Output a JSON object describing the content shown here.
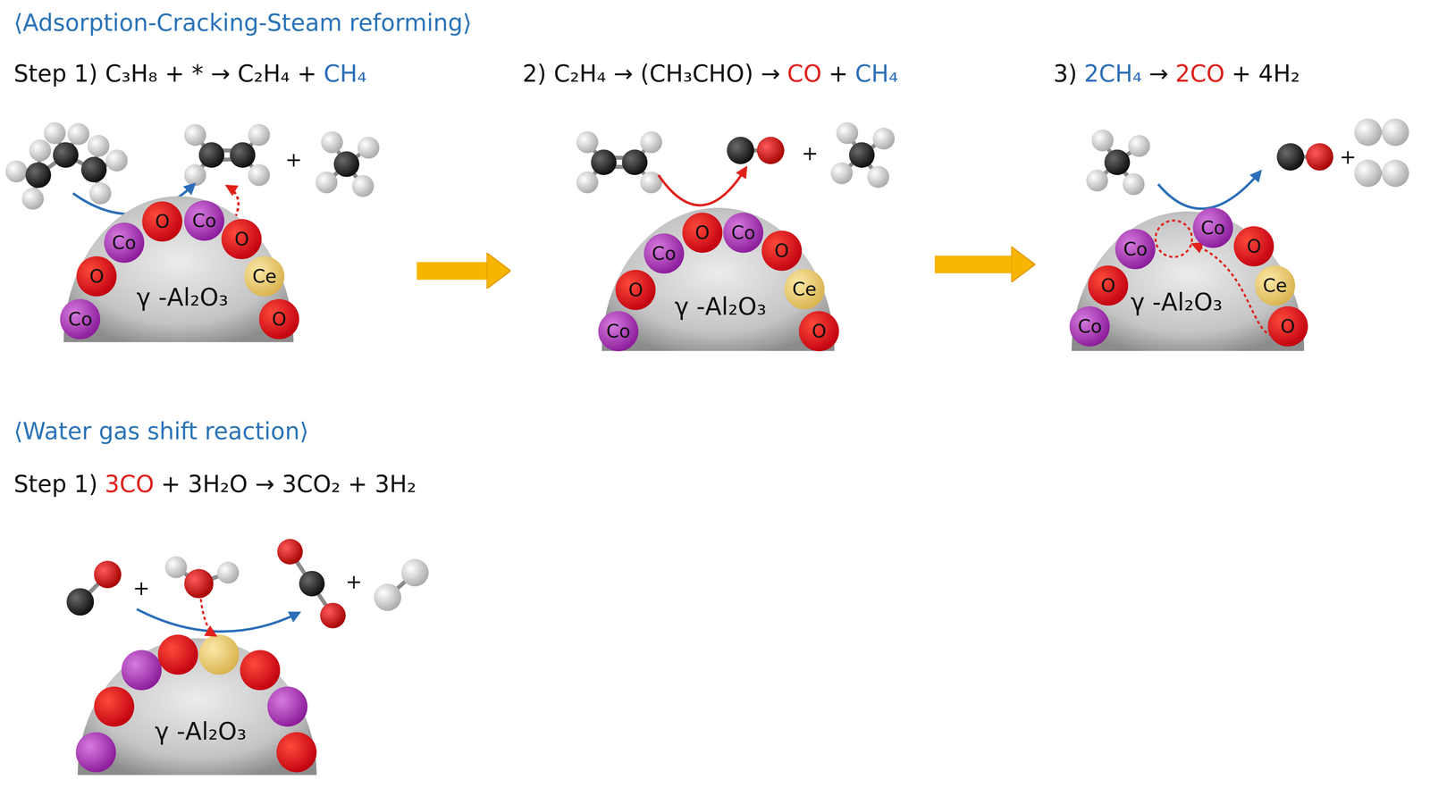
{
  "diagram": {
    "nodes": [
      {
        "text": [
          "γ -Al₂O₃"
        ]
      },
      {
        "text": [
          "Co"
        ],
        "in": 0
      },
      {
        "text": [
          "O"
        ],
        "in": 0
      },
      {
        "text": [
          "Co"
        ],
        "in": 0
      },
      {
        "text": [
          "O"
        ],
        "in": 0
      },
      {
        "text": [
          "Co"
        ],
        "in": 0
      },
      {
        "text": [
          "O"
        ],
        "in": 0
      },
      {
        "text": [
          "Ce"
        ],
        "in": 0
      },
      {
        "text": [
          "O"
        ],
        "in": 0
      },
      {
        "text": [
          "γ -Al₂O₃"
        ]
      },
      {
        "text": [
          "Co"
        ],
        "in": 9
      },
      {
        "text": [
          "O"
        ],
        "in": 9
      },
      {
        "text": [
          "Co"
        ],
        "in": 9
      },
      {
        "text": [
          "O"
        ],
        "in": 9
      },
      {
        "text": [
          "Co"
        ],
        "in": 9
      },
      {
        "text": [
          "O"
        ],
        "in": 9
      },
      {
        "text": [
          "Ce"
        ],
        "in": 9
      },
      {
        "text": [
          "O"
        ],
        "in": 9
      },
      {
        "text": [
          "γ -Al₂O₃"
        ]
      },
      {
        "text": [
          "Co"
        ],
        "in": 18
      },
      {
        "text": [
          "O"
        ],
        "in": 18
      },
      {
        "text": [
          "Co"
        ],
        "in": 18
      },
      {
        "text": [
          "Co"
        ],
        "in": 18
      },
      {
        "text": [
          "O"
        ],
        "in": 18
      },
      {
        "text": [
          "Ce"
        ],
        "in": 18
      },
      {
        "text": [
          "O"
        ],
        "in": 18
      },
      {
        "text": [
          "γ -Al₂O₃"
        ]
      }
    ],
    "edges": [
      {
        "from": 0,
        "to": 9,
        "arrow": "to"
      },
      {
        "from": 9,
        "to": 18,
        "arrow": "to"
      }
    ],
    "labels": [
      "⟨Adsorption-Cracking-Steam reforming⟩",
      "Step 1) C₃H₈ + * → C₂H₄ +",
      "CH₄",
      "2) C₂H₄ → (CH₃CHO) →",
      "CO",
      "+",
      "CH₄",
      "3)",
      "2CH₄",
      "→",
      "2CO",
      "+ 4H₂",
      "⟨Water gas shift reaction⟩",
      "Step 1)",
      "3CO",
      "+ 3H₂O → 3CO₂ + 3H₂",
      "+",
      "+",
      "+",
      "+",
      "+"
    ]
  }
}
